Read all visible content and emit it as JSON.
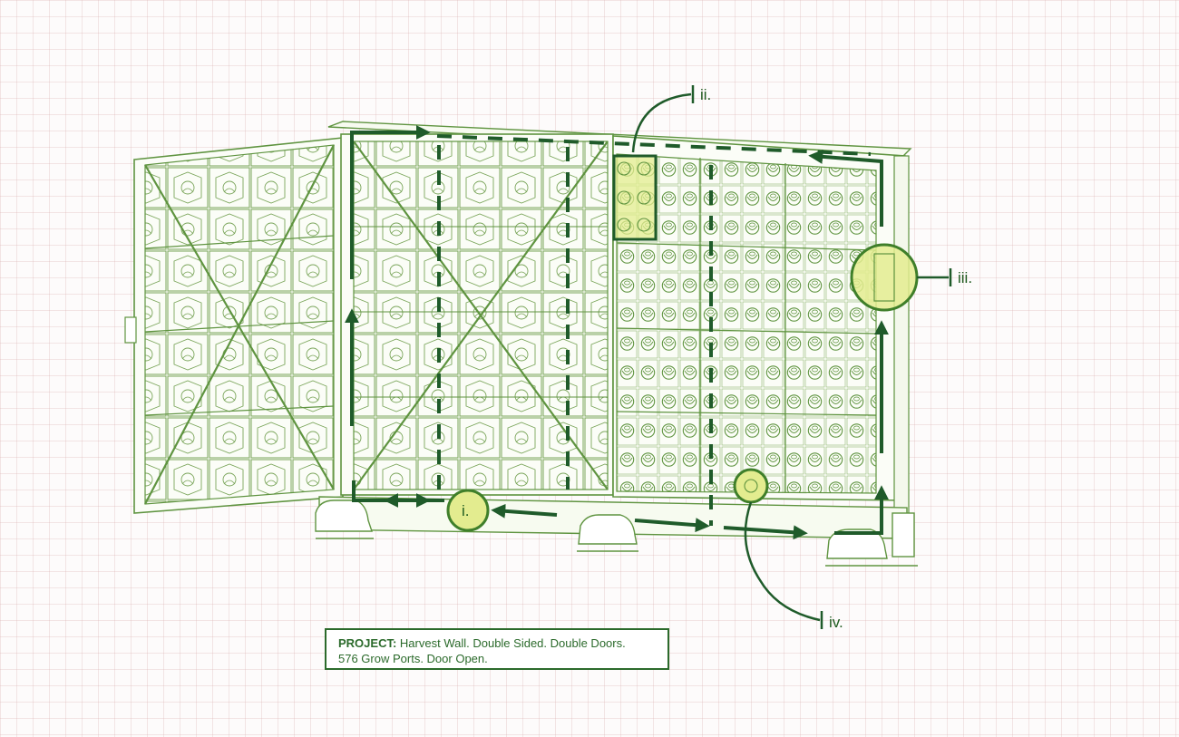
{
  "callouts": {
    "i": "i.",
    "ii": "ii.",
    "iii": "iii.",
    "iv": "iv."
  },
  "caption": {
    "label": "PROJECT:",
    "line1": "Harvest Wall. Double Sided. Double Doors.",
    "line2": "576 Grow Ports. Door Open."
  },
  "colors": {
    "line_art": "#5f9440",
    "flow_arrow": "#1f5b2a",
    "highlight_fill": "#e3ec8f",
    "highlight_stroke": "#3f7f2a"
  },
  "icons": [
    "flow-arrow-icon",
    "callout-marker-icon",
    "grow-port-icon"
  ]
}
